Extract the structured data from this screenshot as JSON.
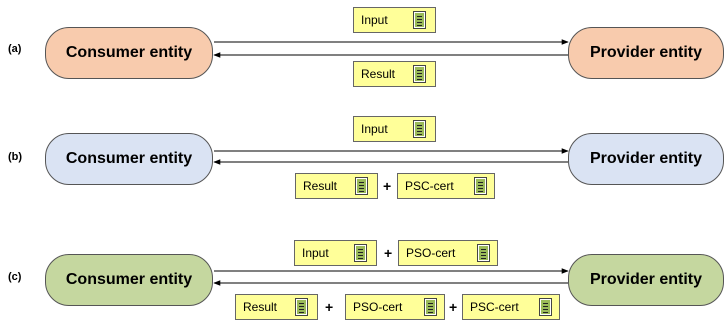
{
  "colors": {
    "row_a_entity": "#f8cbad",
    "row_b_entity": "#dae3f3",
    "row_c_entity": "#c5d79f",
    "message_box": "#ffff99",
    "document_icon": "#9bbb59"
  },
  "rows": [
    {
      "label": "(a)",
      "consumer": "Consumer entity",
      "provider": "Provider entity",
      "request": [
        "Input"
      ],
      "response": [
        "Result"
      ]
    },
    {
      "label": "(b)",
      "consumer": "Consumer entity",
      "provider": "Provider entity",
      "request": [
        "Input"
      ],
      "response": [
        "Result",
        "PSC-cert"
      ]
    },
    {
      "label": "(c)",
      "consumer": "Consumer entity",
      "provider": "Provider entity",
      "request": [
        "Input",
        "PSO-cert"
      ],
      "response": [
        "Result",
        "PSO-cert",
        "PSC-cert"
      ]
    }
  ],
  "plus_sign": "+",
  "icons": {
    "document": "document-icon",
    "arrow": "arrow-icon"
  }
}
